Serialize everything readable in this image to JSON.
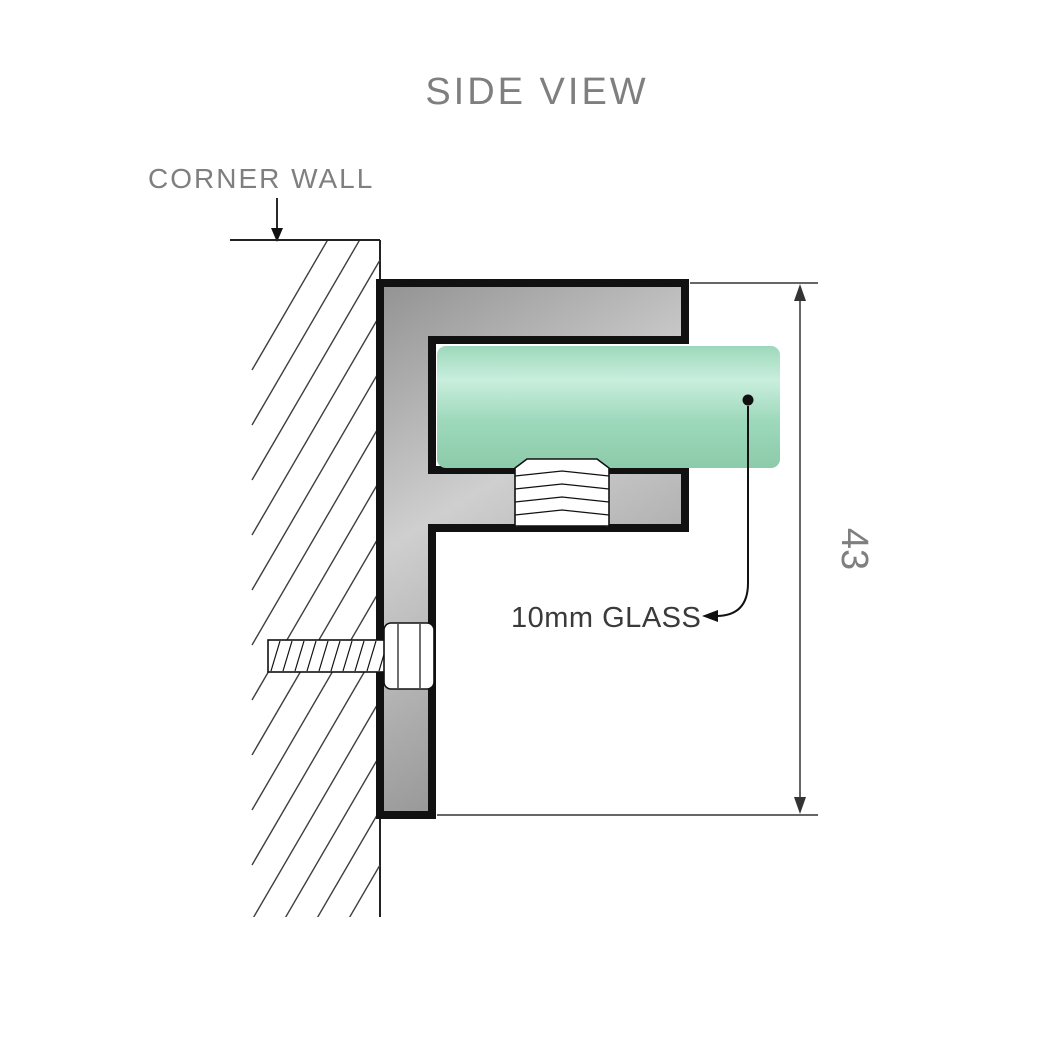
{
  "diagram": {
    "title": "SIDE VIEW",
    "labels": {
      "corner_wall": "CORNER WALL",
      "glass": "10mm GLASS",
      "dimension": "43"
    },
    "colors": {
      "outline": "#111111",
      "dim_line": "#333333",
      "hatch": "#3f3f3f",
      "bracket_dark": "#929292",
      "bracket_light": "#cfcfcf",
      "glass_dark": "#8ccbaa",
      "glass_light": "#c9eedd",
      "glass_mid": "#9dd8bb",
      "label_gray": "#7f7f7f",
      "label_dark": "#3a3a3a"
    }
  }
}
